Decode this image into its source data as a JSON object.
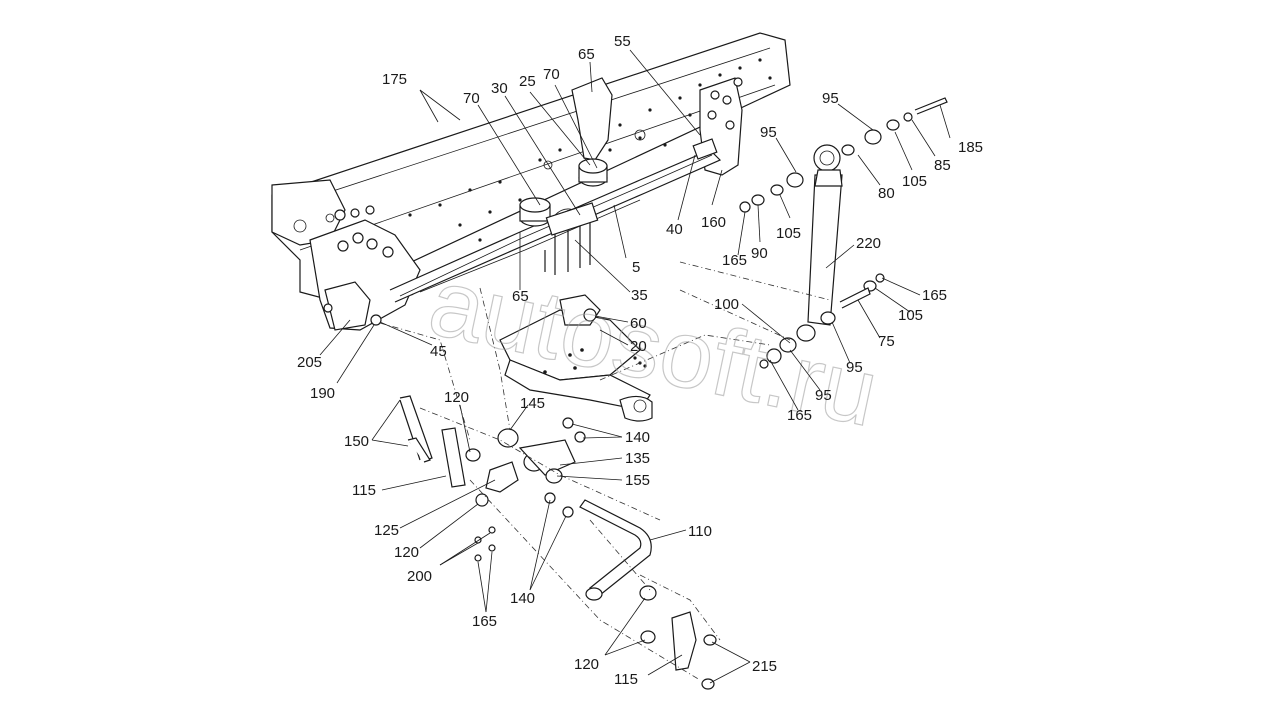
{
  "watermark": "autosoft.ru",
  "callouts": [
    "175",
    "70",
    "30",
    "25",
    "70",
    "65",
    "55",
    "95",
    "95",
    "185",
    "85",
    "80",
    "105",
    "105",
    "90",
    "165",
    "40",
    "160",
    "220",
    "5",
    "35",
    "65",
    "60",
    "20",
    "165",
    "105",
    "75",
    "100",
    "95",
    "95",
    "165",
    "205",
    "45",
    "190",
    "120",
    "145",
    "150",
    "140",
    "135",
    "155",
    "115",
    "125",
    "120",
    "200",
    "110",
    "140",
    "165",
    "120",
    "215",
    "115"
  ]
}
